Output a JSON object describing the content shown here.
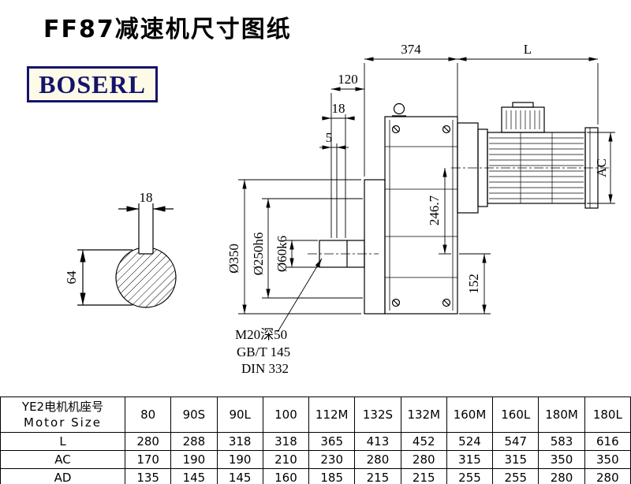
{
  "title": "FF87减速机尺寸图纸",
  "logo": "BOSERL",
  "colors": {
    "accent_navy": "#14146b",
    "line": "#000000"
  },
  "dims": {
    "d374": "374",
    "L": "L",
    "d120": "120",
    "d18": "18",
    "d5": "5",
    "AC": "AC",
    "d246_7": "246.7",
    "d152": "152",
    "dia350": "Ø350",
    "dia250": "Ø250h6",
    "dia60": "Ø60k6",
    "key_width": "18",
    "key_height": "64",
    "thread_note1": "M20深50",
    "thread_note2": "GB/T 145",
    "thread_note3": "DIN 332"
  },
  "table": {
    "header_cn": "YE2电机机座号",
    "header_en": "Motor Size",
    "columns": [
      "80",
      "90S",
      "90L",
      "100",
      "112M",
      "132S",
      "132M",
      "160M",
      "160L",
      "180M",
      "180L"
    ],
    "rows": [
      {
        "label": "L",
        "values": [
          "280",
          "288",
          "318",
          "318",
          "365",
          "413",
          "452",
          "524",
          "547",
          "583",
          "616"
        ]
      },
      {
        "label": "AC",
        "values": [
          "170",
          "190",
          "190",
          "210",
          "230",
          "280",
          "280",
          "315",
          "315",
          "350",
          "350"
        ]
      },
      {
        "label": "AD",
        "values": [
          "135",
          "145",
          "145",
          "160",
          "185",
          "215",
          "215",
          "255",
          "255",
          "280",
          "280"
        ]
      }
    ]
  }
}
